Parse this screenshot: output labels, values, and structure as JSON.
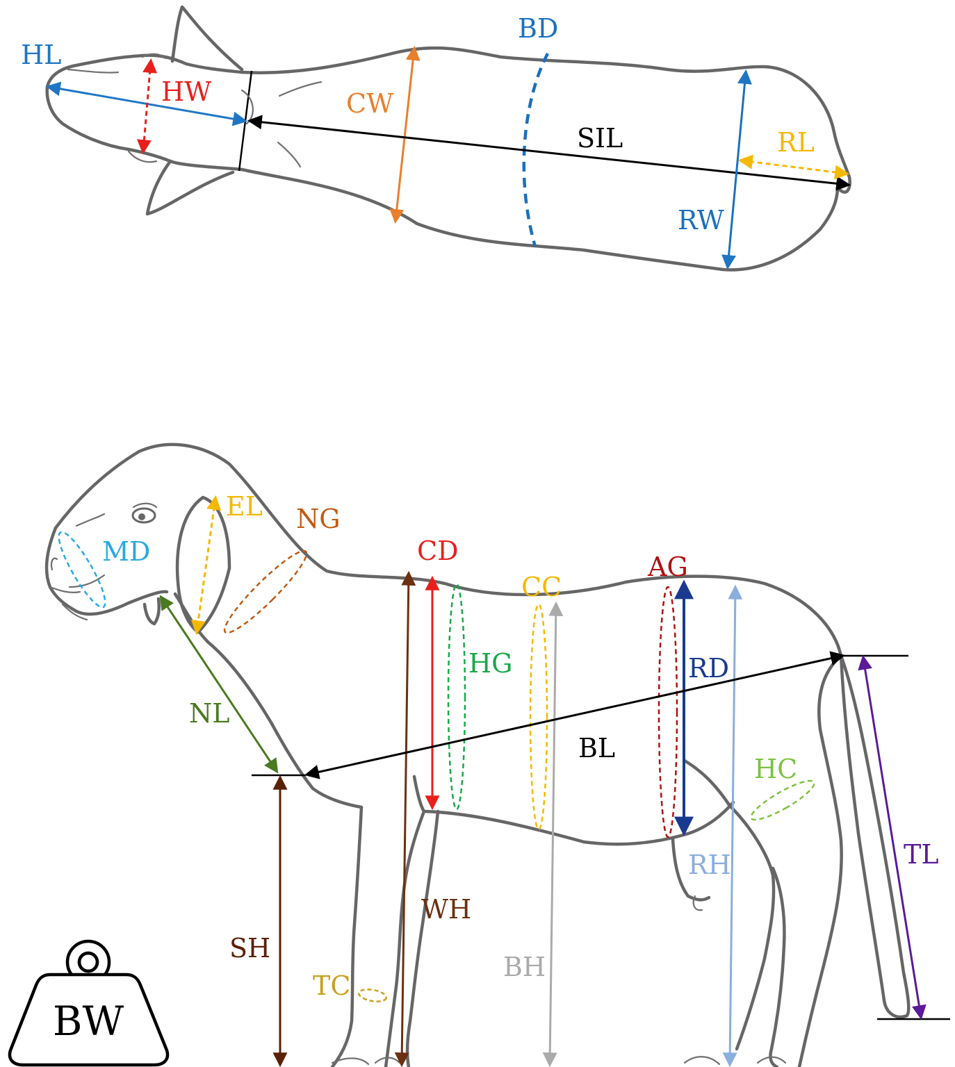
{
  "top_view": {
    "labels": [
      {
        "key": "HL",
        "text": "HL",
        "color": "#1f77c4"
      },
      {
        "key": "HW",
        "text": "HW",
        "color": "#e8201c"
      },
      {
        "key": "CW",
        "text": "CW",
        "color": "#e87f2c"
      },
      {
        "key": "BD",
        "text": "BD",
        "color": "#1a70c0"
      },
      {
        "key": "SIL",
        "text": "SIL",
        "color": "#000000"
      },
      {
        "key": "RL",
        "text": "RL",
        "color": "#f5b800"
      },
      {
        "key": "RW",
        "text": "RW",
        "color": "#1a70c0"
      }
    ]
  },
  "side_view": {
    "labels": [
      {
        "key": "MD",
        "text": "MD",
        "color": "#27a9e1"
      },
      {
        "key": "EL",
        "text": "EL",
        "color": "#f5b800"
      },
      {
        "key": "NG",
        "text": "NG",
        "color": "#c05a10"
      },
      {
        "key": "CD",
        "text": "CD",
        "color": "#e8201c"
      },
      {
        "key": "CC",
        "text": "CC",
        "color": "#f5b800"
      },
      {
        "key": "AG",
        "text": "AG",
        "color": "#b01010"
      },
      {
        "key": "HG",
        "text": "HG",
        "color": "#18a84a"
      },
      {
        "key": "RD",
        "text": "RD",
        "color": "#1a3a8f"
      },
      {
        "key": "NL",
        "text": "NL",
        "color": "#4a7a20"
      },
      {
        "key": "BL",
        "text": "BL",
        "color": "#000000"
      },
      {
        "key": "HC",
        "text": "HC",
        "color": "#7dc242"
      },
      {
        "key": "TL",
        "text": "TL",
        "color": "#5a1a9a"
      },
      {
        "key": "RH",
        "text": "RH",
        "color": "#8aaede"
      },
      {
        "key": "WH",
        "text": "WH",
        "color": "#6b3010"
      },
      {
        "key": "SH",
        "text": "SH",
        "color": "#5a2008"
      },
      {
        "key": "BH",
        "text": "BH",
        "color": "#aaaaaa"
      },
      {
        "key": "TC",
        "text": "TC",
        "color": "#c9a020"
      }
    ]
  },
  "weight_icon": {
    "text": "BW"
  }
}
